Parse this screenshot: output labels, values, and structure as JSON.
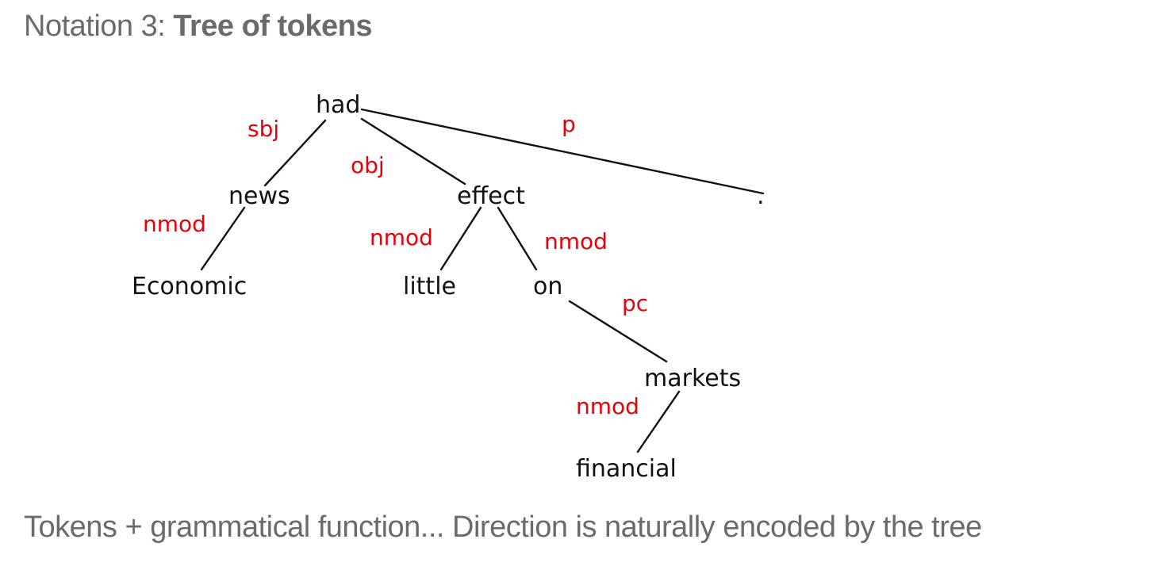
{
  "heading": {
    "prefix": "Notation 3: ",
    "title": "Tree of tokens"
  },
  "caption": "Tokens + grammatical function... Direction is naturally encoded by the tree",
  "tree": {
    "nodes": {
      "had": "had",
      "news": "news",
      "economic": "Economic",
      "effect": "effect",
      "little": "little",
      "on": "on",
      "markets": "markets",
      "financial": "financial",
      "period": "."
    },
    "relations": {
      "had_news": "sbj",
      "had_effect": "obj",
      "had_period": "p",
      "news_economic": "nmod",
      "effect_little": "nmod",
      "effect_on": "nmod",
      "on_markets": "pc",
      "markets_financial": "nmod"
    }
  },
  "colors": {
    "relation_label": "#e8000b",
    "word": "#111111",
    "text": "#6b6b6b"
  }
}
